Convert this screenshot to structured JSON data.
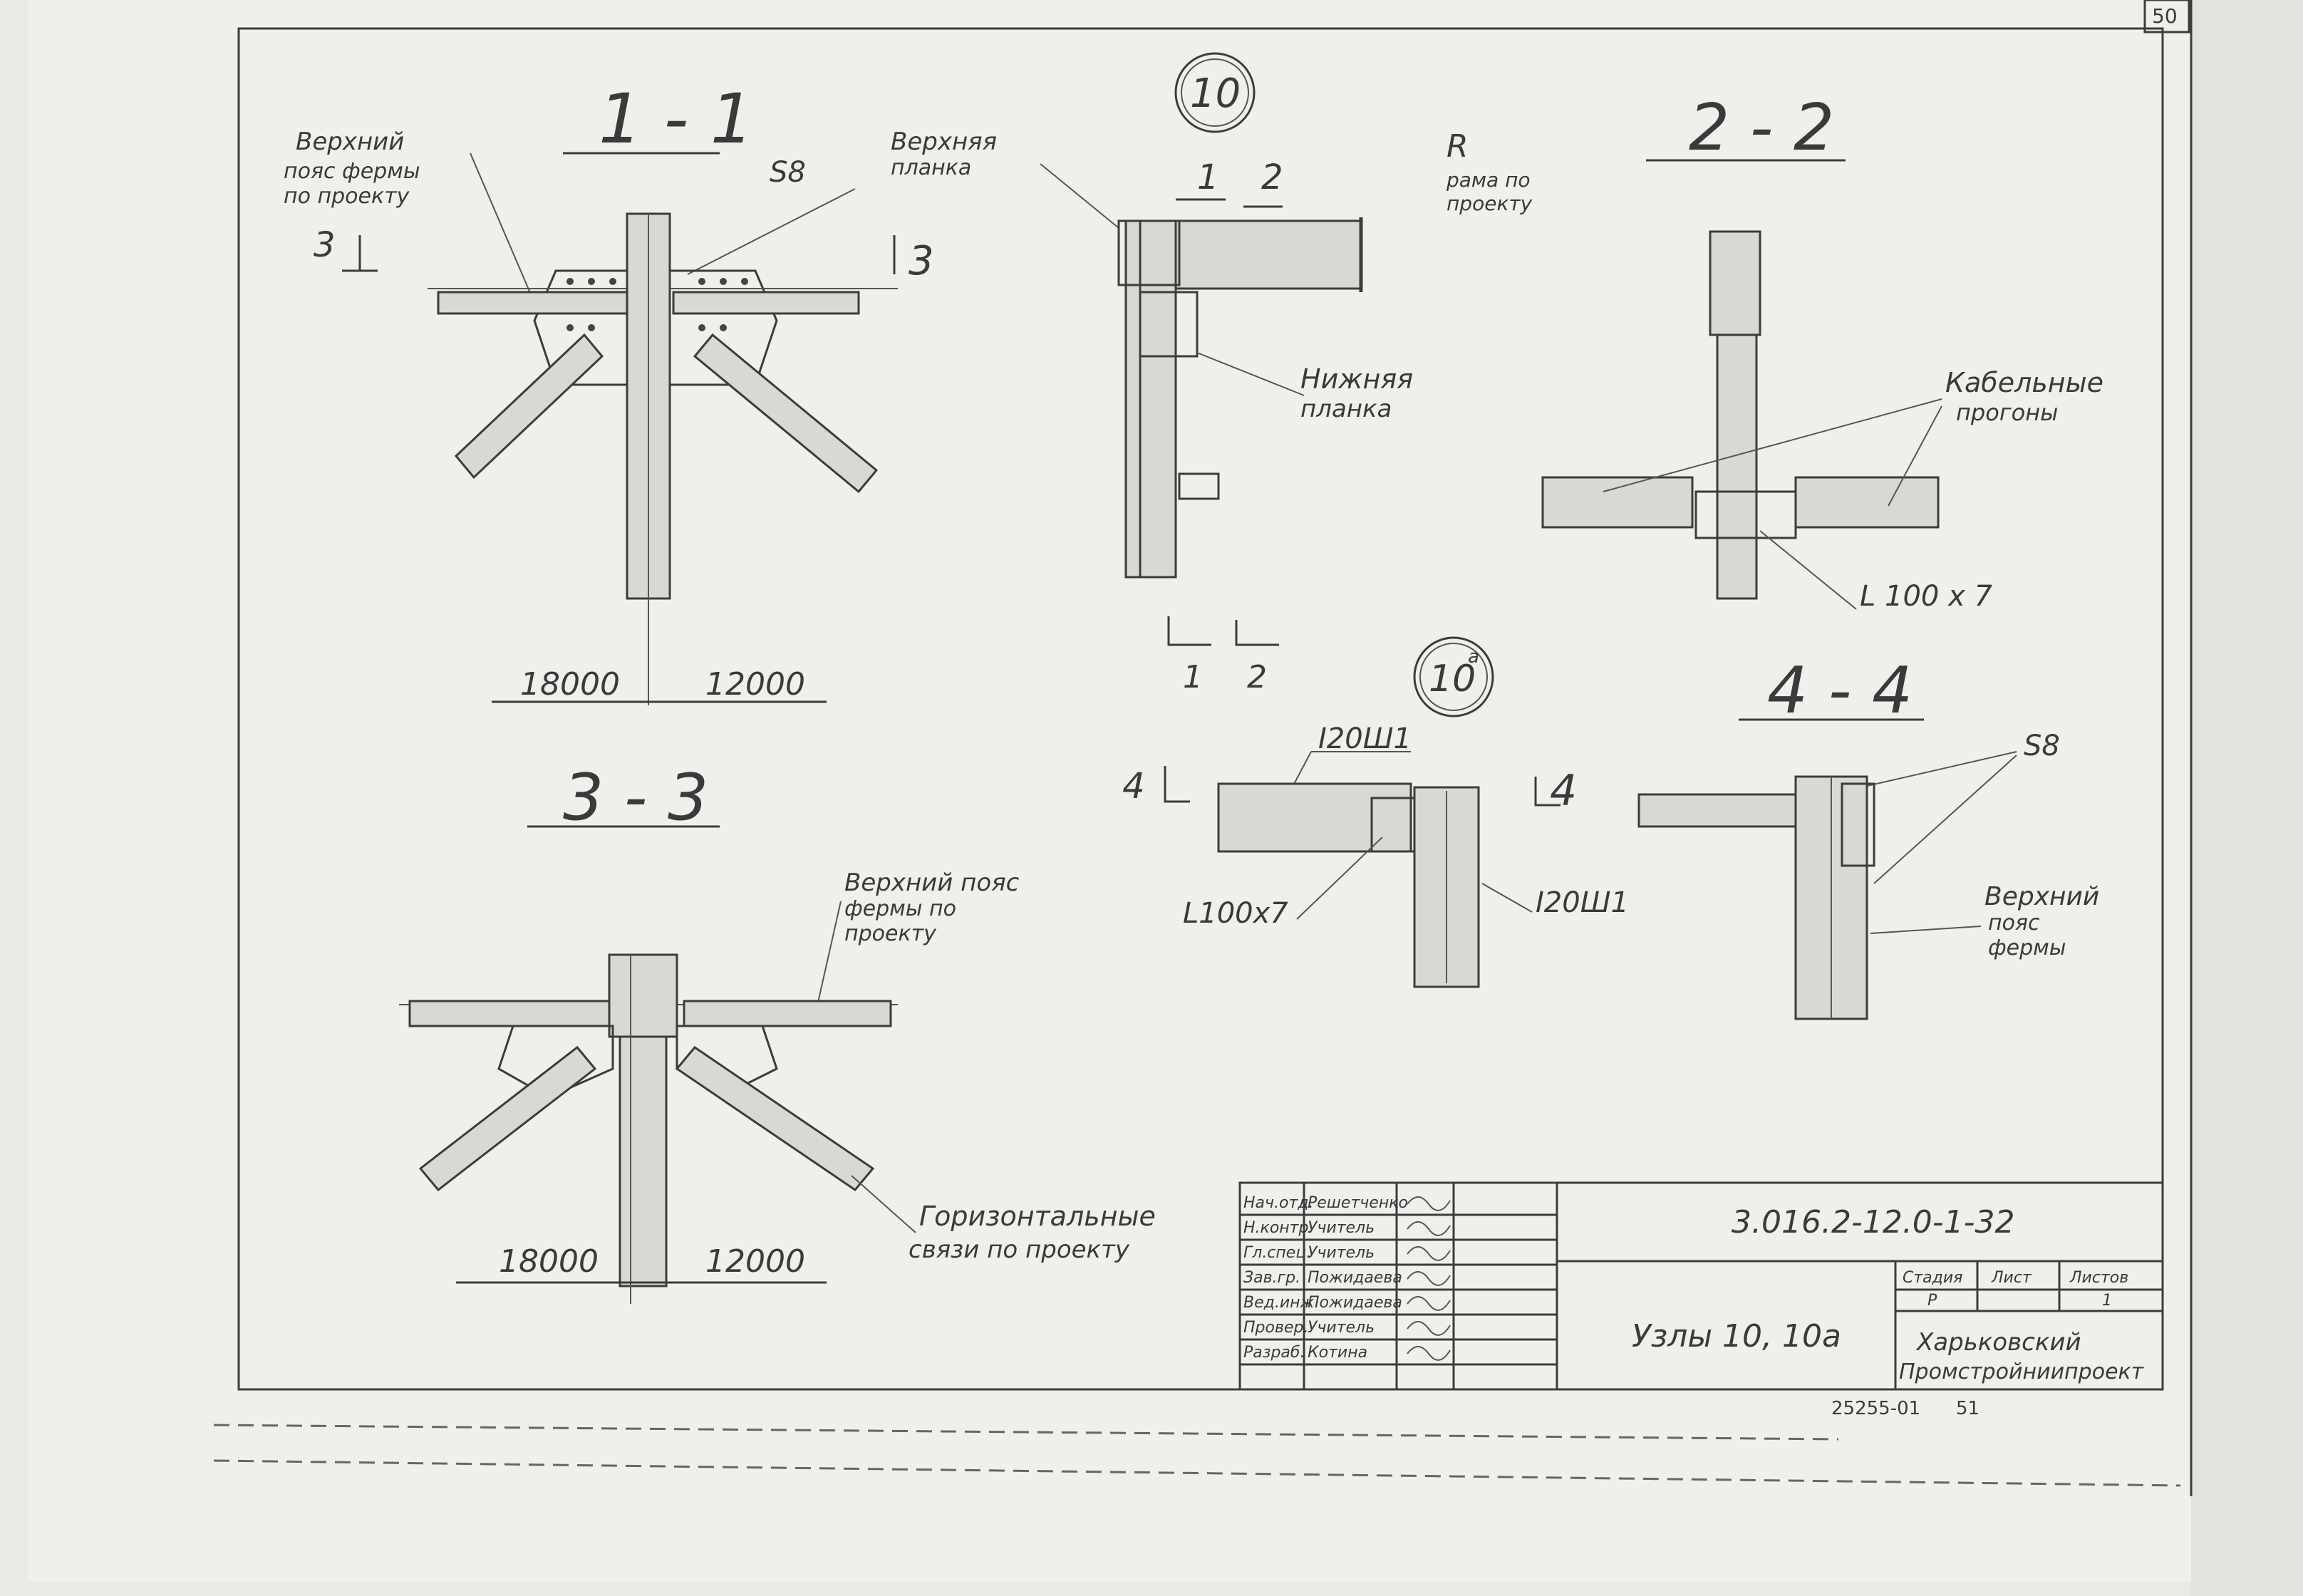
{
  "page_number": "50",
  "sections": {
    "s11": {
      "title": "1 - 1",
      "label_top_chord": [
        "Верхний",
        "пояс фермы",
        "по проекту"
      ],
      "marker_left": "3",
      "marker_right": "3",
      "label_s8": "S8",
      "dim_left": "18000",
      "dim_right": "12000"
    },
    "s10": {
      "circle": "10",
      "label_upper_plate": [
        "Верхняя",
        "планка"
      ],
      "label_lower_plate": [
        "Нижняя",
        "планка"
      ],
      "label_frame": [
        "R",
        "рама по",
        "проекту"
      ],
      "mark_1": "1",
      "mark_2": "2"
    },
    "s22": {
      "title": "2 - 2",
      "label_cable": [
        "Кабельные",
        "прогоны"
      ],
      "label_angle": "L 100 x 7"
    },
    "s10a": {
      "circle": "10",
      "circle_sup": "а",
      "label_beam_top": "I20Ш1",
      "label_beam_side": "I20Ш1",
      "label_angle": "L100x7",
      "marker_left": "4",
      "marker_right": "4"
    },
    "s44": {
      "title": "4 - 4",
      "label_s8": "S8",
      "label_chord": [
        "Верхний",
        "пояс",
        "фермы"
      ]
    },
    "s33": {
      "title": "3 - 3",
      "label_top_chord": [
        "Верхний пояс",
        "фермы по",
        "проекту"
      ],
      "label_horizontal": [
        "Горизонтальные",
        "связи по проекту"
      ],
      "dim_left": "18000",
      "dim_right": "12000"
    }
  },
  "title_block": {
    "roles": [
      "Нач.отд.",
      "Н.контр.",
      "Гл.спец.",
      "Зав.гр.",
      "Вед.инж.",
      "Провер.",
      "Разраб."
    ],
    "names": [
      "Решетченко",
      "Учитель",
      "Учитель",
      "Пожидаева",
      "Пожидаева",
      "Учитель",
      "Котина"
    ],
    "doc_code": "3.016.2-12.0-1-32",
    "drawing_title": "Узлы 10, 10а",
    "col_stage": "Стадия",
    "col_sheet": "Лист",
    "col_sheets": "Листов",
    "stage_value": "Р",
    "sheets_value": "1",
    "org": [
      "Харьковский",
      "Промстройниипроект"
    ]
  },
  "footer": {
    "inventory": "25255-01",
    "sheet_no": "51"
  }
}
